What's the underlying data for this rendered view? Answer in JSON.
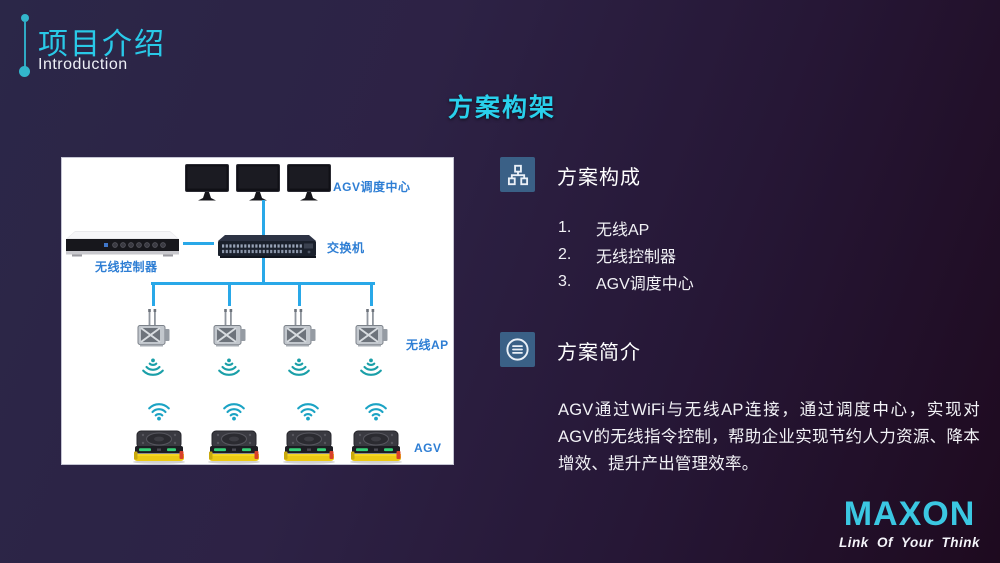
{
  "slide": {
    "kicker_title": "项目介绍",
    "kicker_subtitle": "Introduction",
    "page_title": "方案构架",
    "colors": {
      "accent_cyan": "#29c9e8",
      "diagram_label_blue": "#2e7ed4",
      "connector_blue": "#29a8e8",
      "wifi_teal": "#1aa0ad",
      "section_icon_blue": "#3a6086",
      "background_dark_purple": "#241536",
      "logo_cyan": "#3bc7e2"
    }
  },
  "diagram": {
    "labels": {
      "dispatch_center": "AGV调度中心",
      "switch": "交换机",
      "wireless_controller": "无线控制器",
      "wireless_ap": "无线AP",
      "agv": "AGV"
    }
  },
  "sections": {
    "composition": {
      "heading": "方案构成",
      "items": [
        {
          "num": "1.",
          "label": "无线AP"
        },
        {
          "num": "2.",
          "label": "无线控制器"
        },
        {
          "num": "3.",
          "label": "AGV调度中心"
        }
      ]
    },
    "brief": {
      "heading": "方案简介",
      "body": "AGV通过WiFi与无线AP连接，通过调度中心，实现对AGV的无线指令控制，帮助企业实现节约人力资源、降本增效、提升产出管理效率。"
    }
  },
  "footer": {
    "logo": "MAXON",
    "tagline": "Link Of Your Think"
  }
}
